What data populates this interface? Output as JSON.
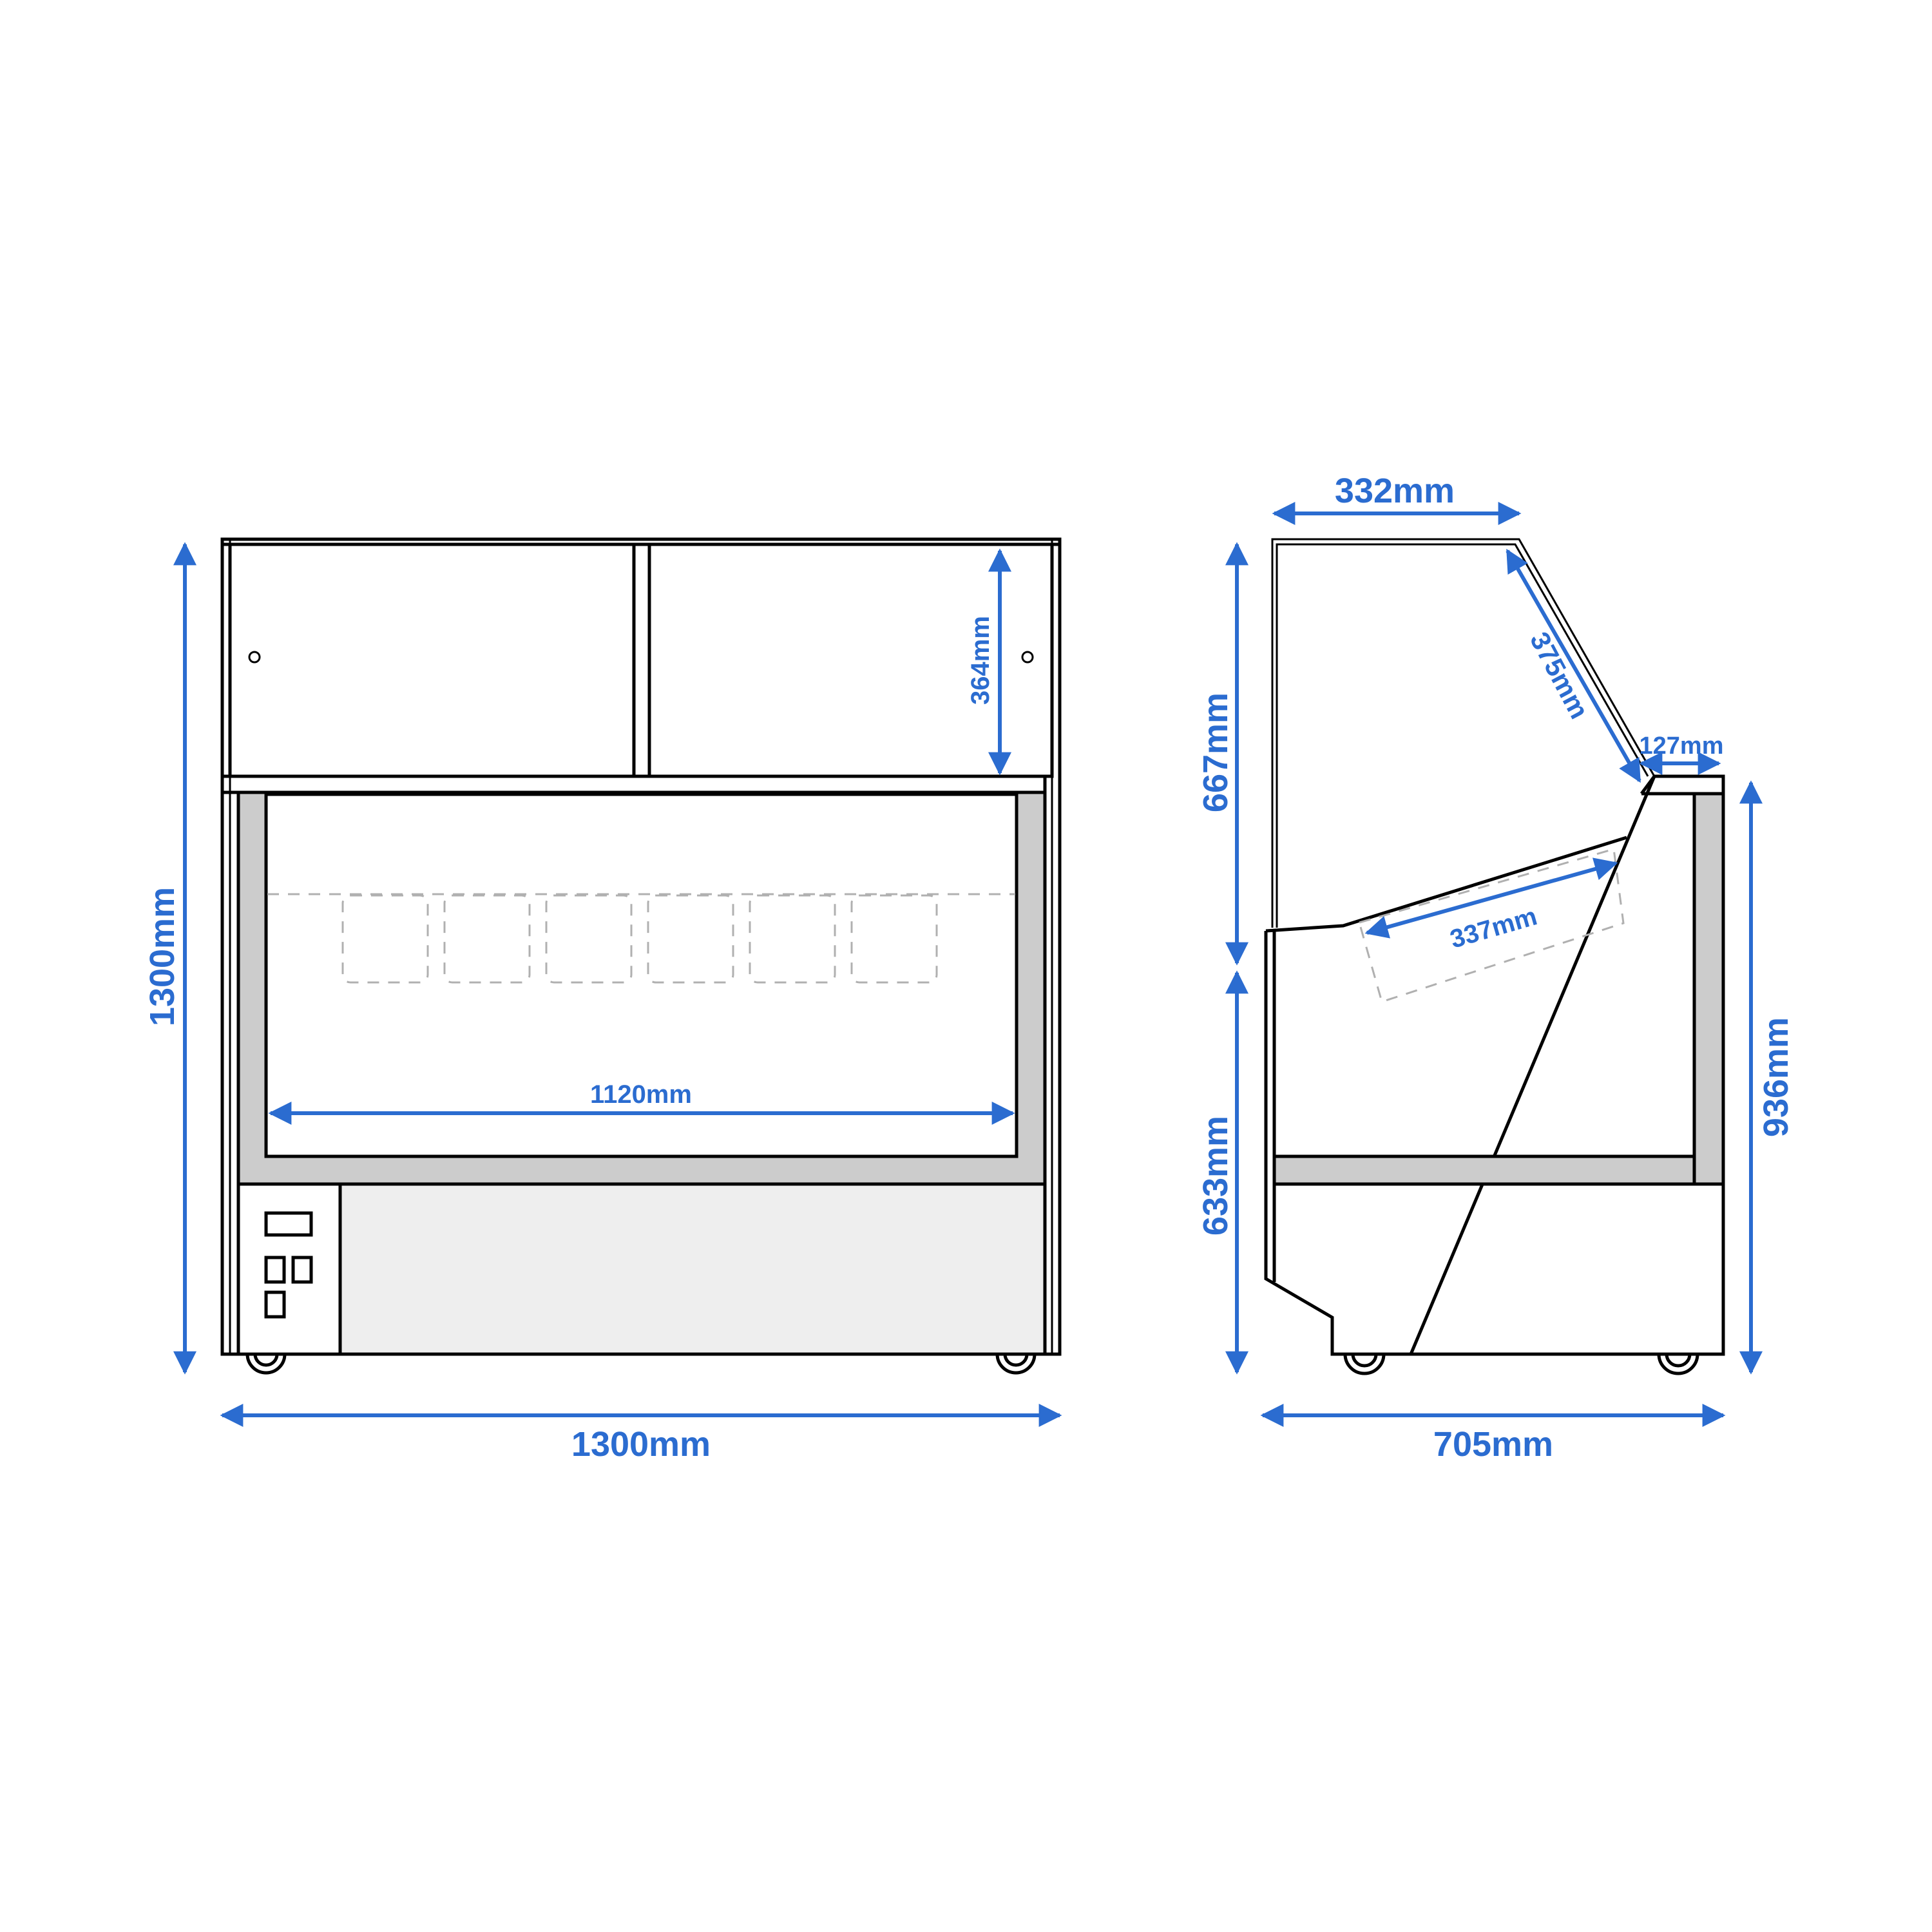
{
  "colors": {
    "dimension": "#2b6cd0",
    "outline": "#000000",
    "panel_gray": "#cccccc",
    "base_gray": "#eeeeee",
    "dashed": "#b0b0b0"
  },
  "front_view": {
    "overall_width": "1300mm",
    "overall_height": "1300mm",
    "glass_height": "364mm",
    "inner_width": "1120mm",
    "gastronorm_pans": 6,
    "control_panel": {
      "display": 1,
      "buttons": 3
    },
    "casters": 2
  },
  "side_view": {
    "top_width": "332mm",
    "slanted_glass": "375mm",
    "top_ledge": "127mm",
    "pan_depth": "337mm",
    "upper_height": "667mm",
    "lower_height": "633mm",
    "counter_height": "936mm",
    "overall_depth": "705mm",
    "casters": 2
  }
}
